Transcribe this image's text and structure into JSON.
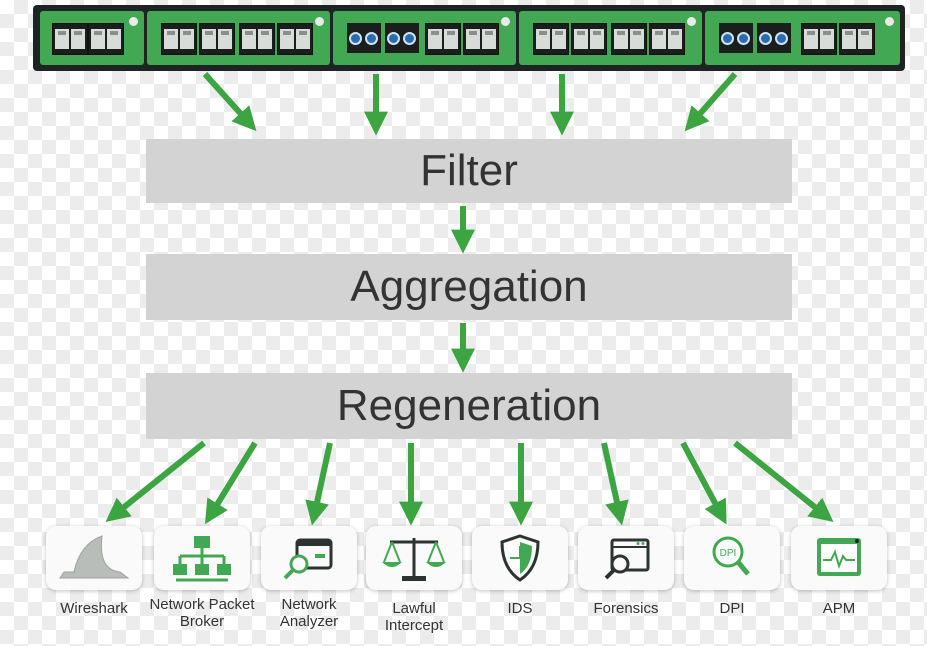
{
  "colors": {
    "arrow": "#3da442",
    "module": "#43a853",
    "chassis": "#1d2423",
    "stage_box": "#d3d3d3",
    "text": "#333333"
  },
  "stages": {
    "filter": "Filter",
    "aggregation": "Aggregation",
    "regeneration": "Regeneration"
  },
  "tools": [
    {
      "icon": "shark-fin-icon",
      "label": "Wireshark"
    },
    {
      "icon": "network-tree-icon",
      "label": "Network Packet Broker"
    },
    {
      "icon": "analyzer-window-magnifier-icon",
      "label": "Network Analyzer"
    },
    {
      "icon": "scales-icon",
      "label": "Lawful Intercept"
    },
    {
      "icon": "shield-icon",
      "label": "IDS"
    },
    {
      "icon": "browser-magnifier-icon",
      "label": "Forensics"
    },
    {
      "icon": "dpi-magnifier-icon",
      "label": "DPI",
      "icon_text": "DPI"
    },
    {
      "icon": "monitor-waveform-icon",
      "label": "APM"
    }
  ]
}
